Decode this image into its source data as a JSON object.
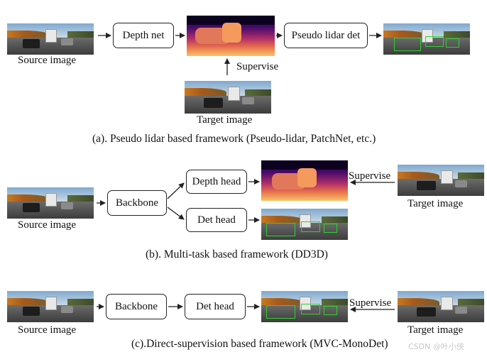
{
  "section_a": {
    "source_label": "Source image",
    "depth_net": "Depth net",
    "pseudo_lidar_det": "Pseudo lidar det",
    "supervise": "Supervise",
    "target_label": "Target image",
    "caption": "(a). Pseudo lidar based framework (Pseudo-lidar, PatchNet, etc.)"
  },
  "section_b": {
    "source_label": "Source image",
    "backbone": "Backbone",
    "depth_head": "Depth head",
    "det_head": "Det head",
    "supervise": "Supervise",
    "target_label": "Target image",
    "caption": "(b). Multi-task based framework (DD3D)"
  },
  "section_c": {
    "source_label": "Source image",
    "backbone": "Backbone",
    "det_head": "Det head",
    "supervise": "Supervise",
    "target_label": "Target image",
    "caption": "(c).Direct-supervision based framework (MVC-MonoDet)"
  },
  "watermark": "CSDN @叶小侠",
  "colors": {
    "detection_box": "#2fd12f",
    "line": "#222222"
  }
}
